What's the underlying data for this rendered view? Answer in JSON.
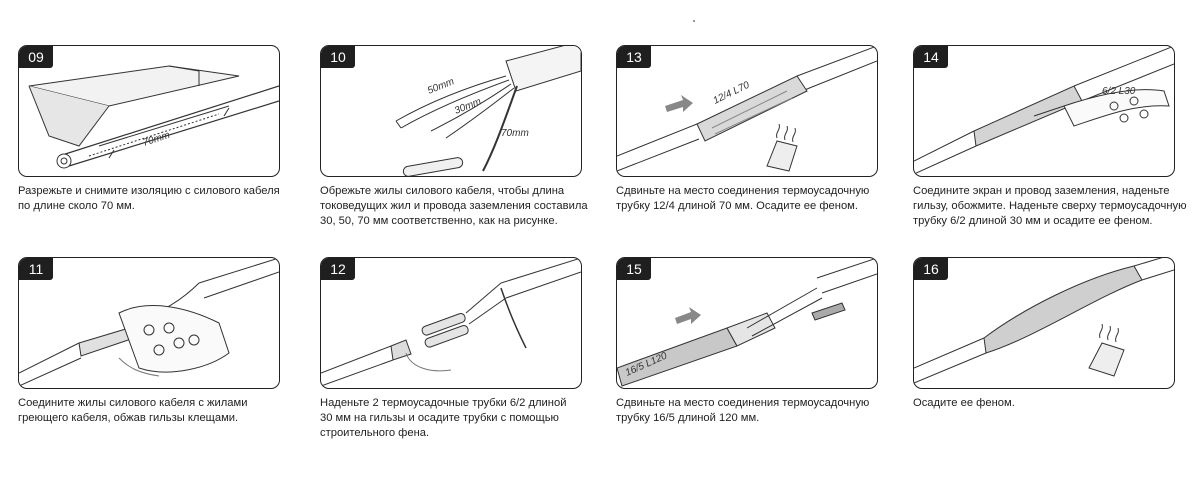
{
  "steps": [
    {
      "num": "09",
      "caption": [
        "Разрежьте и снимите изоляцию с силового кабеля",
        "по длине сколо 70 мм."
      ],
      "labels": {
        "dim": "70mm"
      }
    },
    {
      "num": "10",
      "caption": [
        "Обрежьте жилы силового кабеля, чтобы длина",
        "токоведущих жил и провода заземления составила",
        "30, 50, 70 мм соответственно, как на рисунке."
      ],
      "labels": {
        "a": "50mm",
        "b": "30mm",
        "c": "70mm"
      }
    },
    {
      "num": "13",
      "caption": [
        "Сдвиньте на место соединения термоусадочную",
        "трубку 12/4 длиной 70 мм. Осадите ее феном."
      ],
      "labels": {
        "tube": "12/4 L70"
      }
    },
    {
      "num": "14",
      "caption": [
        "Соедините экран и провод заземления, наденьте",
        "гильзу, обожмите. Наденьте сверху термоусадочную",
        "трубку 6/2 длиной 30 мм и осадите ее феном."
      ],
      "labels": {
        "tube": "6/2 L30"
      }
    },
    {
      "num": "11",
      "caption": [
        "Соедините жилы силового кабеля с жилами",
        "греющего кабеля, обжав гильзы клещами."
      ],
      "labels": {}
    },
    {
      "num": "12",
      "caption": [
        "Наденьте 2 термоусадочные трубки 6/2 длиной",
        "30 мм на гильзы и осадите трубки с помощью",
        "строительного фена."
      ],
      "labels": {}
    },
    {
      "num": "15",
      "caption": [
        "Сдвиньте на место соединения термоусадочную",
        "трубку 16/5 длиной 120 мм."
      ],
      "labels": {
        "tube": "16/5 L120"
      }
    },
    {
      "num": "16",
      "caption": [
        "Осадите ее феном."
      ],
      "labels": {}
    }
  ]
}
